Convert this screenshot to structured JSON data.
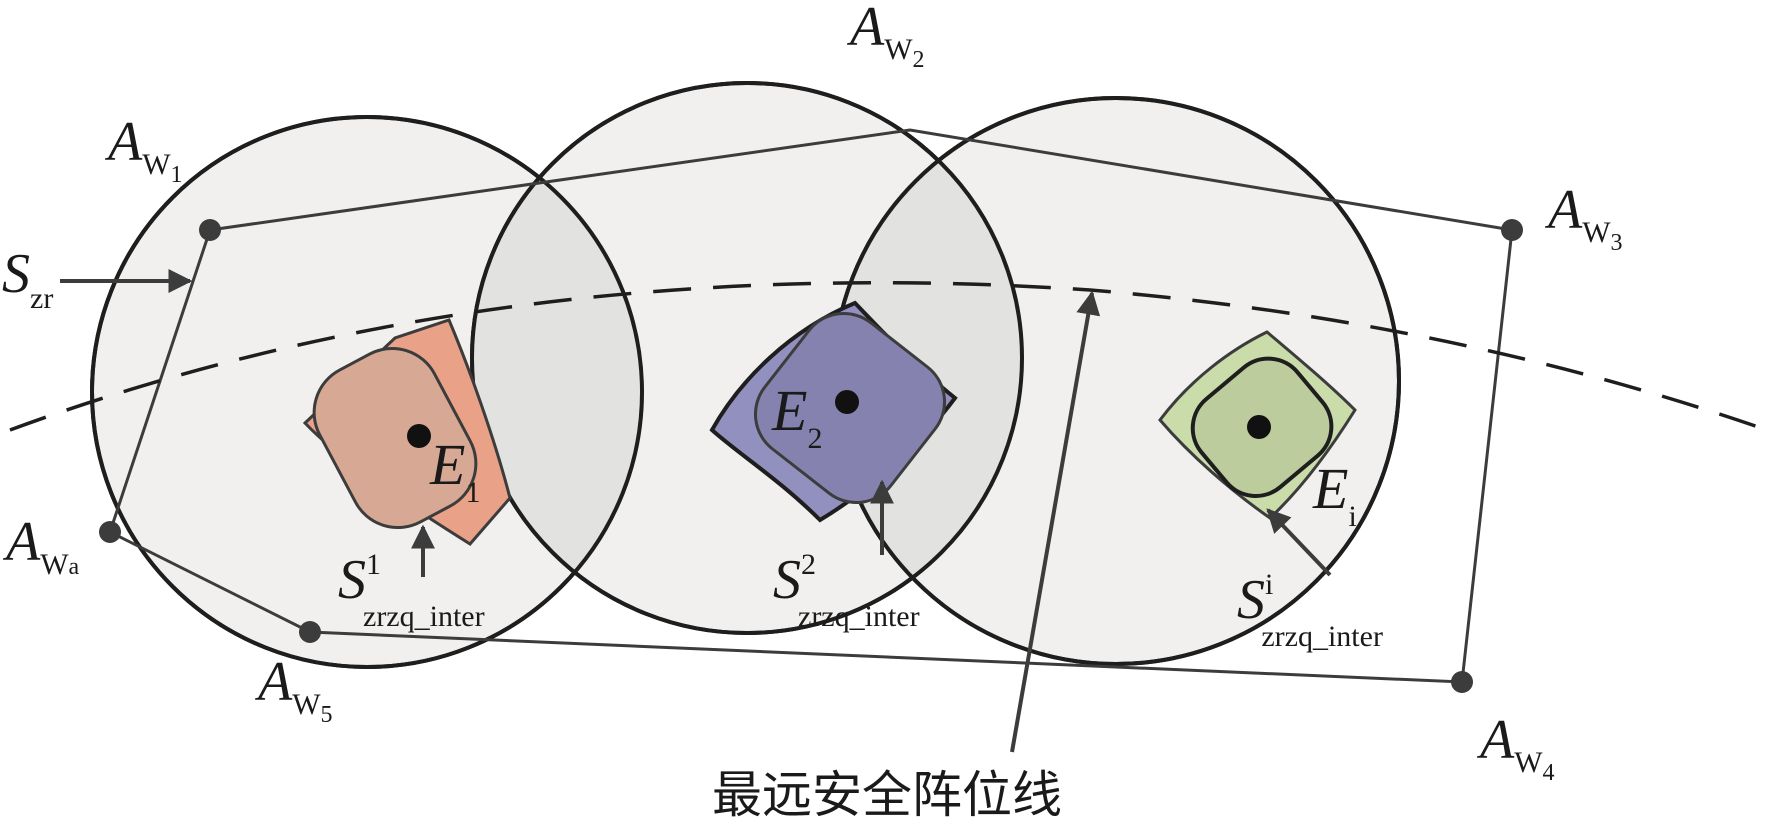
{
  "colors": {
    "circle_fill": "#f1f0ef",
    "lens_fill": "#e2e2e1",
    "stroke": "#1e1e1e",
    "line_gray": "#3c3c3c",
    "region1_outer": "#e9a288",
    "region1_inner": "#d7a994",
    "region2_outer": "#9290be",
    "region2_inner": "#8582af",
    "regioni_outer": "#c9dcaa",
    "regioni_inner": "#bccc9c"
  },
  "vertices": {
    "w1": {
      "main": "A",
      "sub": "W",
      "subsub": "1"
    },
    "w2": {
      "main": "A",
      "sub": "W",
      "subsub": "2"
    },
    "w3": {
      "main": "A",
      "sub": "W",
      "subsub": "3"
    },
    "w4": {
      "main": "A",
      "sub": "W",
      "subsub": "4"
    },
    "w5": {
      "main": "A",
      "sub": "W",
      "subsub": "5"
    },
    "wa": {
      "main": "A",
      "sub": "W",
      "subsub": "a"
    }
  },
  "szr": {
    "main": "S",
    "sub": "zr"
  },
  "regions": {
    "r1": {
      "main": "S",
      "sup": "1",
      "sub": "zrzq_inter",
      "point": "E",
      "point_sub": "1"
    },
    "r2": {
      "main": "S",
      "sup": "2",
      "sub": "zrzq_inter",
      "point": "E",
      "point_sub": "2"
    },
    "ri": {
      "main": "S",
      "sup": "i",
      "sub": "zrzq_inter",
      "point": "E",
      "point_sub": "i"
    }
  },
  "farthest_line_label": "最远安全阵位线"
}
